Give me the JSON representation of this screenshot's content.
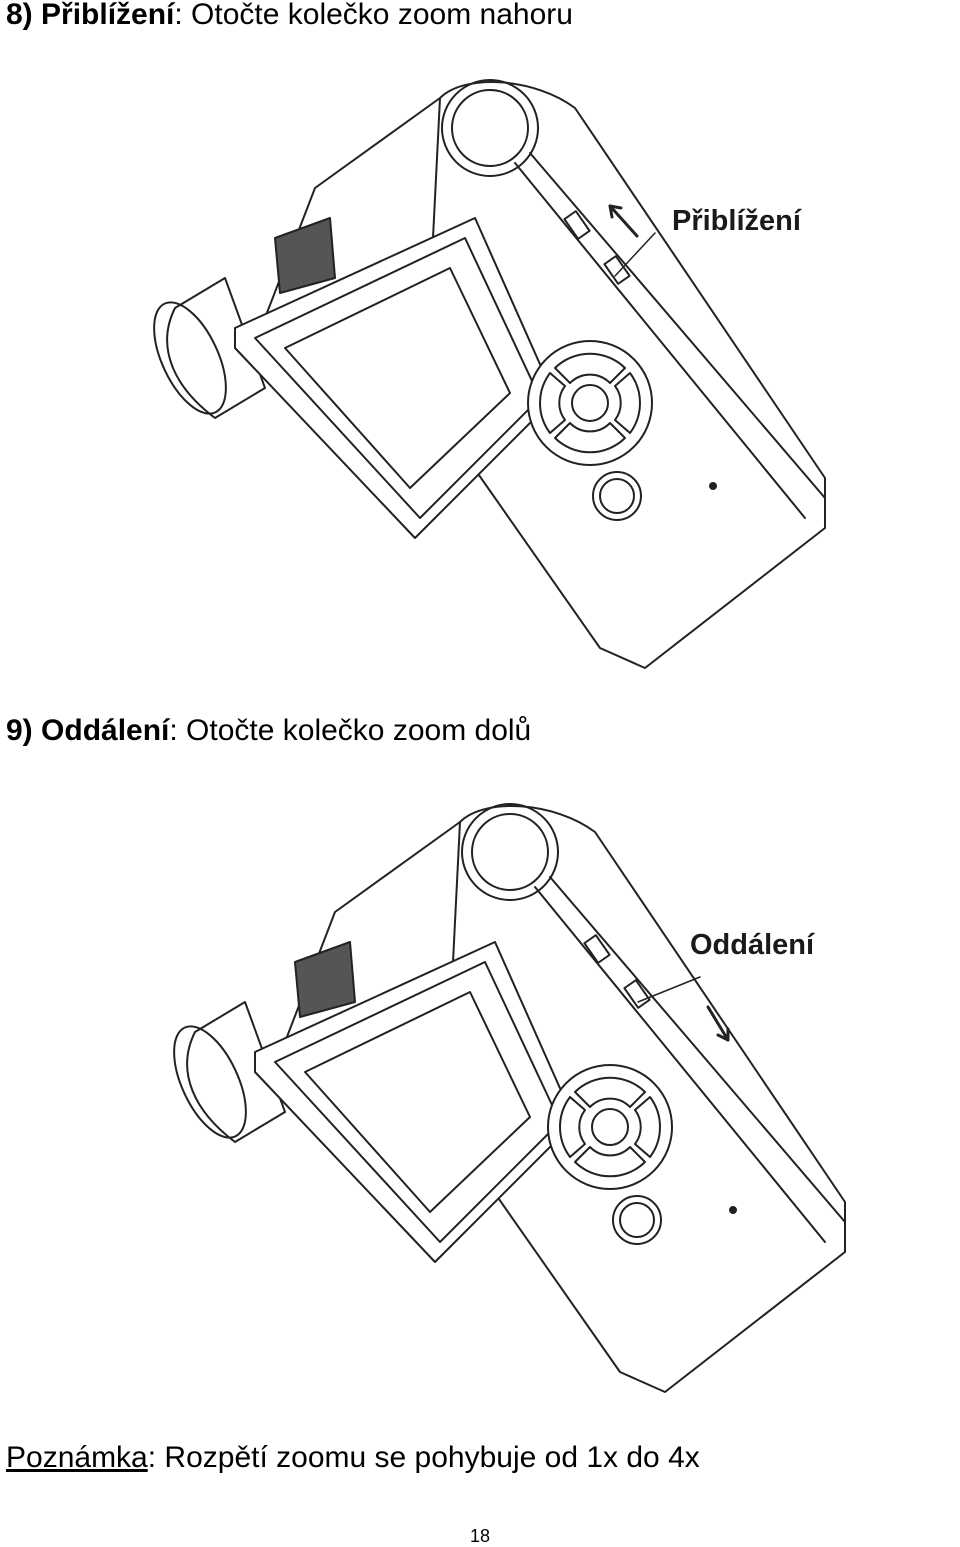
{
  "step8": {
    "number": "8)",
    "title": "Přiblížení",
    "instruction": ": Otočte kolečko zoom nahoru",
    "callout": "Přiblížení"
  },
  "step9": {
    "number": "9)",
    "title": "Oddálení",
    "instruction": ": Otočte kolečko zoom dolů",
    "callout": "Oddálení"
  },
  "note": {
    "label": "Poznámka",
    "text": ": Rozpětí zoomu se pohybuje od 1x do 4x"
  },
  "page_number": "18"
}
